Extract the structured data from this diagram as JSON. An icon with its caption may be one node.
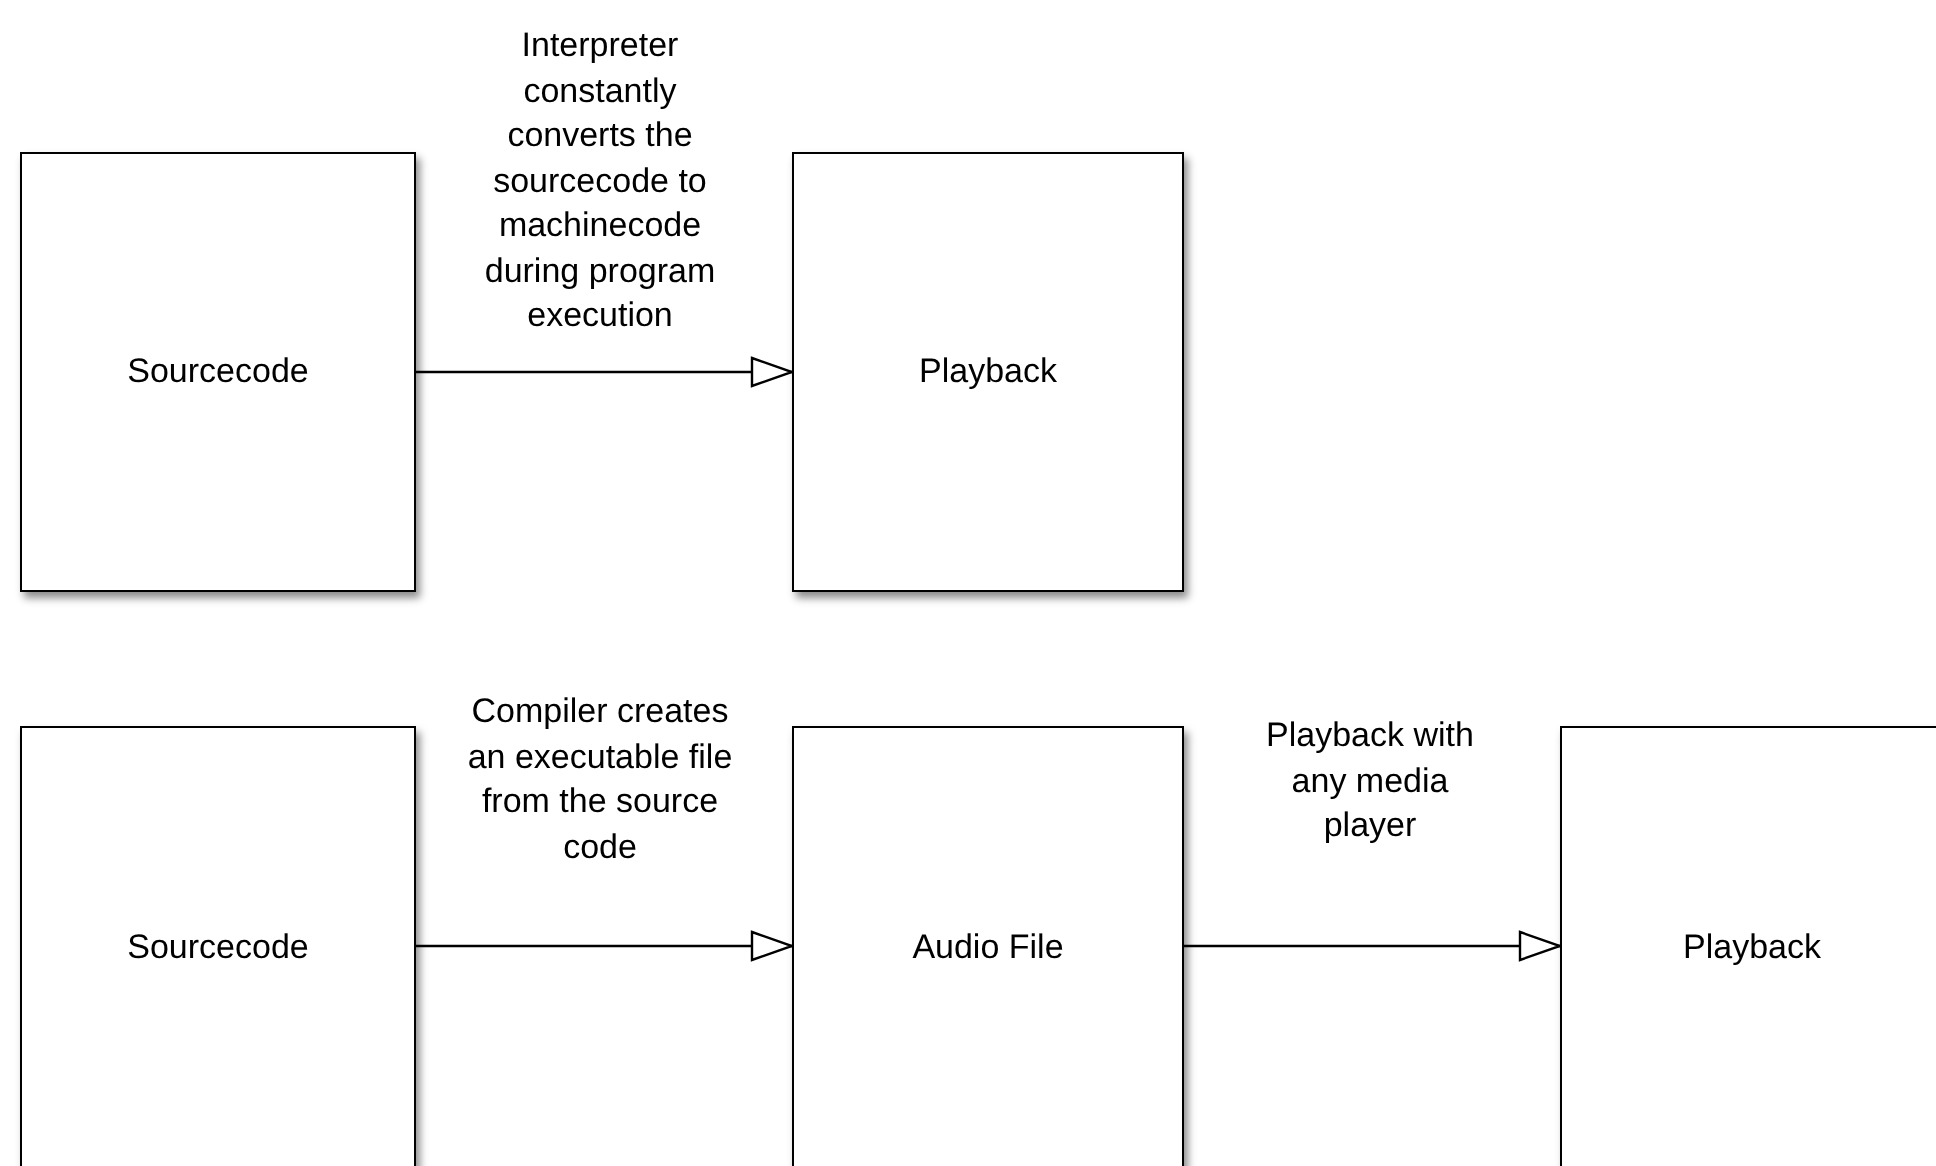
{
  "diagram": {
    "nodes": [
      {
        "text": [
          "Sourcecode"
        ]
      },
      {
        "text": [
          "Playback"
        ]
      },
      {
        "text": [
          "Sourcecode"
        ]
      },
      {
        "text": [
          "Audio File"
        ]
      },
      {
        "text": [
          "Playback"
        ]
      }
    ],
    "edges": [
      {
        "from": 0,
        "to": 1,
        "arrow": "to",
        "label": "Interpreter constantly converts the sourcecode to machinecode during program execution"
      },
      {
        "from": 2,
        "to": 3,
        "arrow": "to",
        "label": "Compiler creates an executable file from the source code"
      },
      {
        "from": 3,
        "to": 4,
        "arrow": "to",
        "label": "Playback with any media player"
      }
    ]
  }
}
